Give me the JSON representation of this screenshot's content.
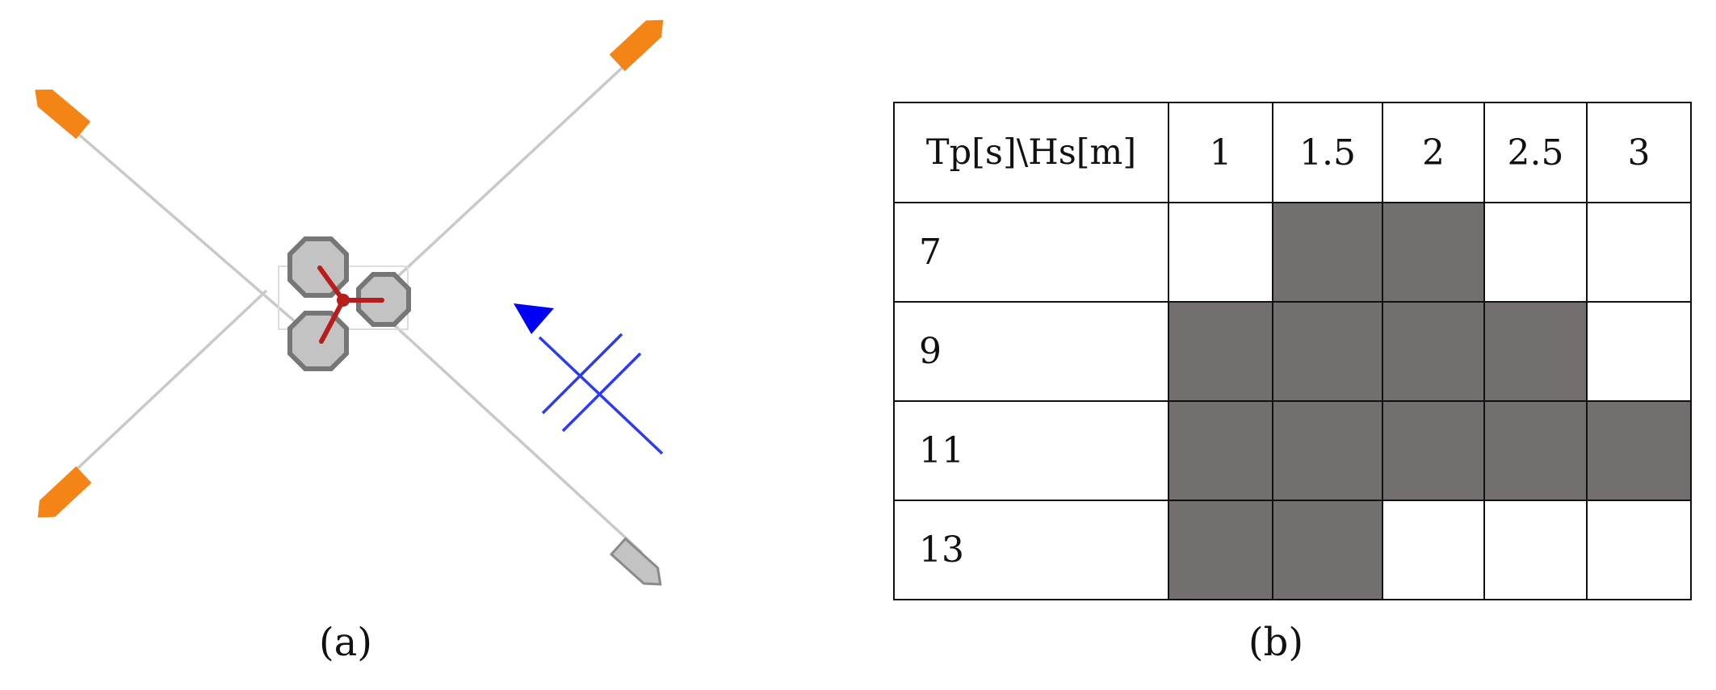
{
  "captions": {
    "a": "(a)",
    "b": "(b)"
  },
  "colors": {
    "anchor": "#f48416",
    "mooring_line": "#c9c9c9",
    "float_fill": "#c3c3c3",
    "float_stroke": "#767676",
    "tower": "#b81c1c",
    "wave_arrow": "#2b3bf0",
    "filled_cell": "#736f6e"
  },
  "icons": {
    "anchor": "orange-anchor-icon",
    "fairlead_marker": "gray-anchor-icon",
    "wave_direction": "wave-direction-arrow-icon",
    "platform": "semi-submersible-platform-icon"
  },
  "matrix": {
    "corner_label": "Tp[s]\\Hs[m]",
    "columns": [
      "1",
      "1.5",
      "2",
      "2.5",
      "3"
    ],
    "rows": [
      {
        "label": "7",
        "cells": [
          false,
          true,
          true,
          false,
          false
        ]
      },
      {
        "label": "9",
        "cells": [
          true,
          true,
          true,
          true,
          false
        ]
      },
      {
        "label": "11",
        "cells": [
          true,
          true,
          true,
          true,
          true
        ]
      },
      {
        "label": "13",
        "cells": [
          true,
          true,
          false,
          false,
          false
        ]
      }
    ]
  }
}
